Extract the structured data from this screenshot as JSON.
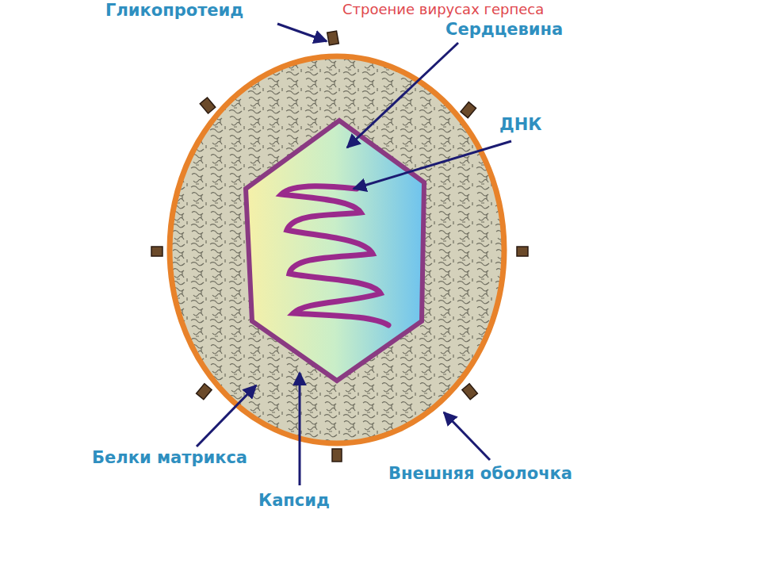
{
  "diagram": {
    "title": "Строение вирусах герпеса",
    "labels": [
      "Гликопротеид",
      "Сердцевина",
      "ДНК",
      "Белки матрикса",
      "Капсид",
      "Внешняя оболочка"
    ]
  }
}
